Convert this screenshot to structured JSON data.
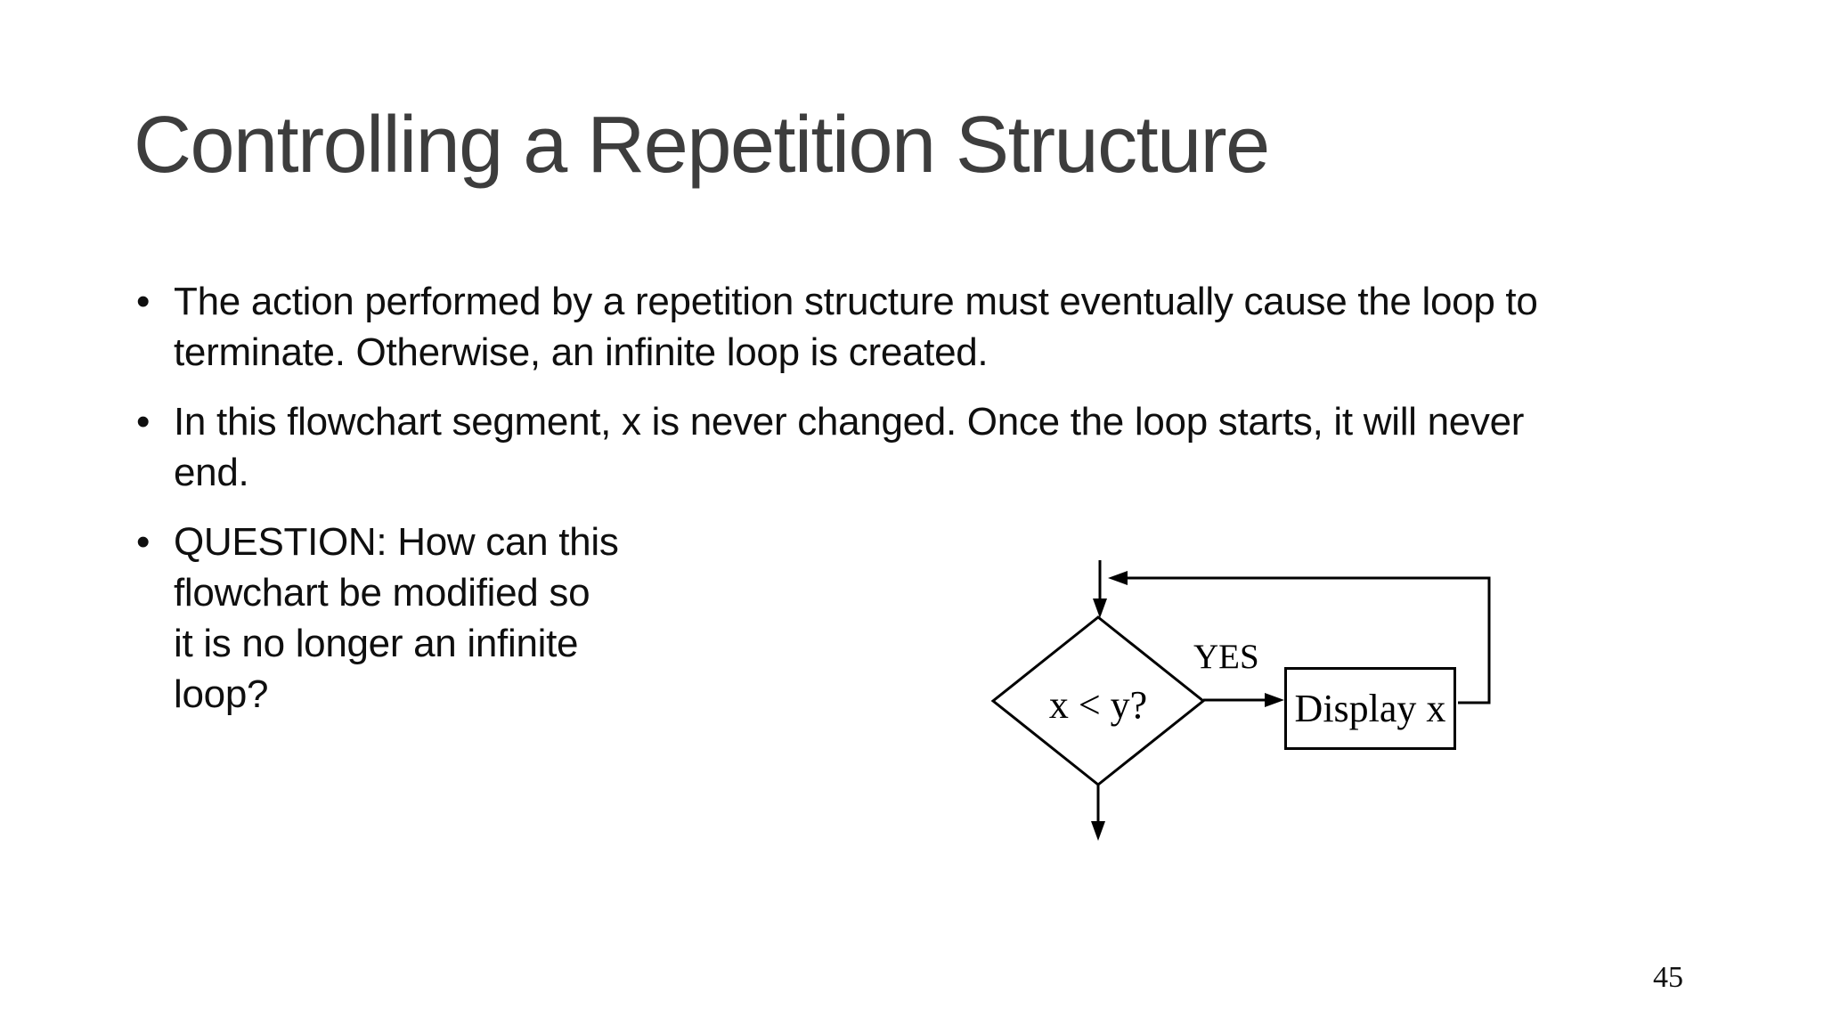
{
  "slide": {
    "title": "Controlling a Repetition Structure",
    "bullet_char": "•",
    "bullets": [
      {
        "lines": [
          "The action performed by a repetition structure must eventually cause the loop to",
          "terminate. Otherwise, an infinite loop is created."
        ]
      },
      {
        "lines": [
          "In this flowchart segment, x is never changed. Once the loop starts, it will never",
          "end."
        ]
      },
      {
        "lines": [
          "QUESTION: How can this",
          "flowchart be modified so",
          "it is no longer an infinite",
          "loop?"
        ]
      }
    ],
    "flowchart": {
      "decision_label": "x < y?",
      "branch_label": "YES",
      "process_label": "Display x"
    },
    "page_number": "45",
    "colors": {
      "background": "#ffffff",
      "title_text": "#3d3d3d",
      "body_text": "#0f0f0f",
      "diagram_line": "#000000"
    }
  }
}
